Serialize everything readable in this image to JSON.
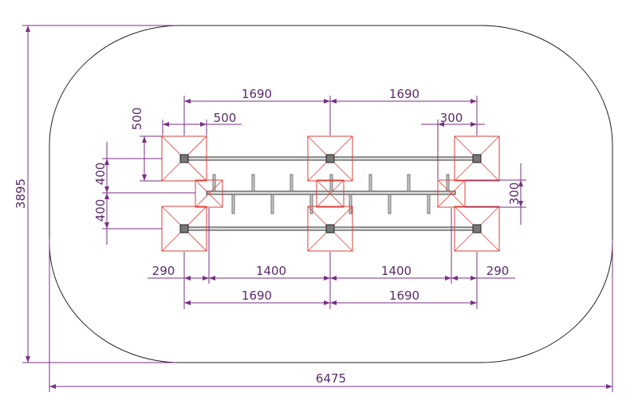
{
  "drawing": {
    "overall_width": "6475",
    "overall_height": "3895",
    "top_spacing_left": "1690",
    "top_spacing_right": "1690",
    "footing_size": "500",
    "footing_size_vertical": "500",
    "small_footing_size": "300",
    "small_footing_size_vertical": "300",
    "row_offset_upper": "400",
    "row_offset_lower": "400",
    "bottom_edge_left": "290",
    "bottom_edge_right": "290",
    "bottom_inner_left": "1400",
    "bottom_inner_right": "1400",
    "bottom_spacing_left": "1690",
    "bottom_spacing_right": "1690",
    "colors": {
      "dimension": "#7a2f86",
      "footing": "#d9413a",
      "outline": "#222222"
    }
  }
}
